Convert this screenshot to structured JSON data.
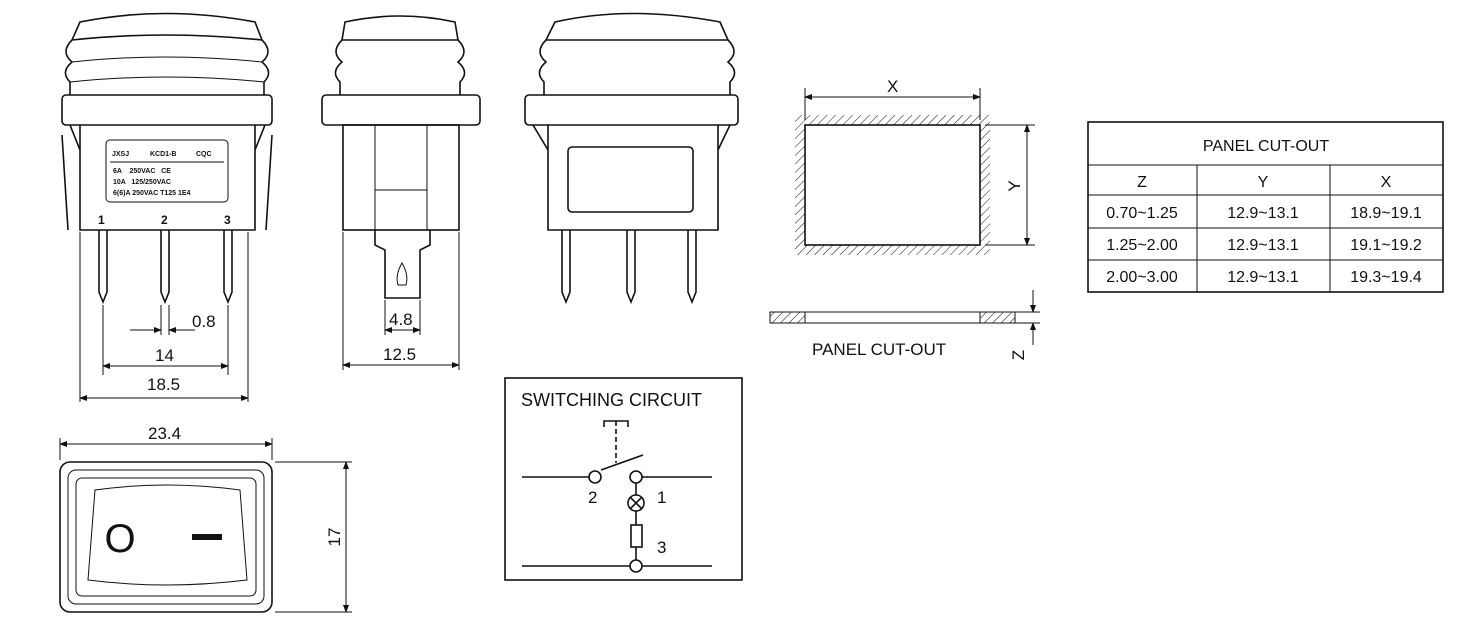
{
  "front_view": {
    "label_brand": "JXSJ",
    "label_model": "KCD1-B",
    "label_cert": "CQC",
    "label_lines": [
      "6A    250VAC   CE",
      "10A   125/250VAC",
      "6(6)A 250VAC T125 1E4"
    ],
    "pin_numbers": [
      "1",
      "2",
      "3"
    ],
    "dims": {
      "pin_width": "0.8",
      "pin_pitch": "14",
      "body_width": "18.5"
    }
  },
  "side_view": {
    "dims": {
      "terminal_width": "4.8",
      "body_depth": "12.5"
    }
  },
  "top_view": {
    "dims": {
      "width": "23.4",
      "height": "17"
    },
    "off_symbol": "O",
    "on_symbol": "I"
  },
  "cutout": {
    "x_label": "X",
    "y_label": "Y",
    "z_label": "Z",
    "caption": "PANEL CUT-OUT"
  },
  "circuit": {
    "title": "SWITCHING CIRCUIT",
    "terminals": [
      "2",
      "1",
      "3"
    ]
  },
  "table": {
    "title": "PANEL CUT-OUT",
    "headers": [
      "Z",
      "Y",
      "X"
    ],
    "rows": [
      [
        "0.70~1.25",
        "12.9~13.1",
        "18.9~19.1"
      ],
      [
        "1.25~2.00",
        "12.9~13.1",
        "19.1~19.2"
      ],
      [
        "2.00~3.00",
        "12.9~13.1",
        "19.3~19.4"
      ]
    ]
  }
}
